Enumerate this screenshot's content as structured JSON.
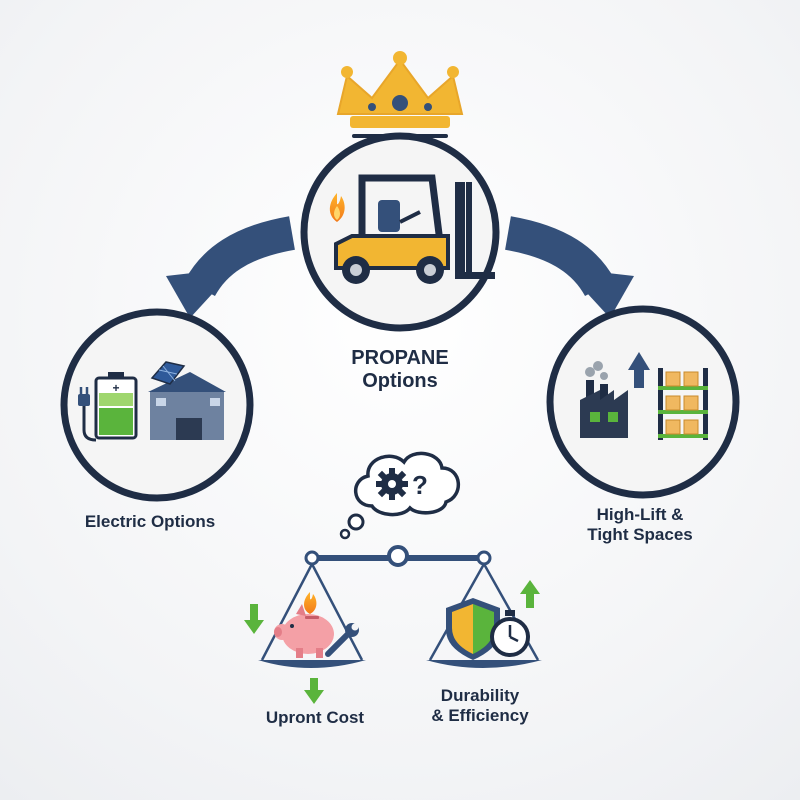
{
  "center": {
    "title_line1": "PROPANE",
    "title_line2": "Options"
  },
  "left": {
    "label": "Electric Options"
  },
  "right": {
    "label_line1": "High-Lift &",
    "label_line2": "Tight Spaces"
  },
  "balance": {
    "left_label": "Upront Cost",
    "right_label_line1": "Durability",
    "right_label_line2": "& Efficiency",
    "thought_glyph": "?"
  },
  "colors": {
    "navy": "#1f2d45",
    "arrow": "#34507a",
    "gold": "#f2b632",
    "green": "#5ab43c",
    "orange": "#f39a1e",
    "pink": "#f4a0a6"
  },
  "icons": [
    "crown-icon",
    "forklift-icon",
    "flame-icon",
    "battery-icon",
    "plug-icon",
    "solar-warehouse-icon",
    "factory-icon",
    "up-arrow-icon",
    "shelving-icon",
    "gear-icon",
    "piggy-bank-icon",
    "wrench-icon",
    "shield-icon",
    "stopwatch-icon",
    "down-arrow-icon"
  ]
}
